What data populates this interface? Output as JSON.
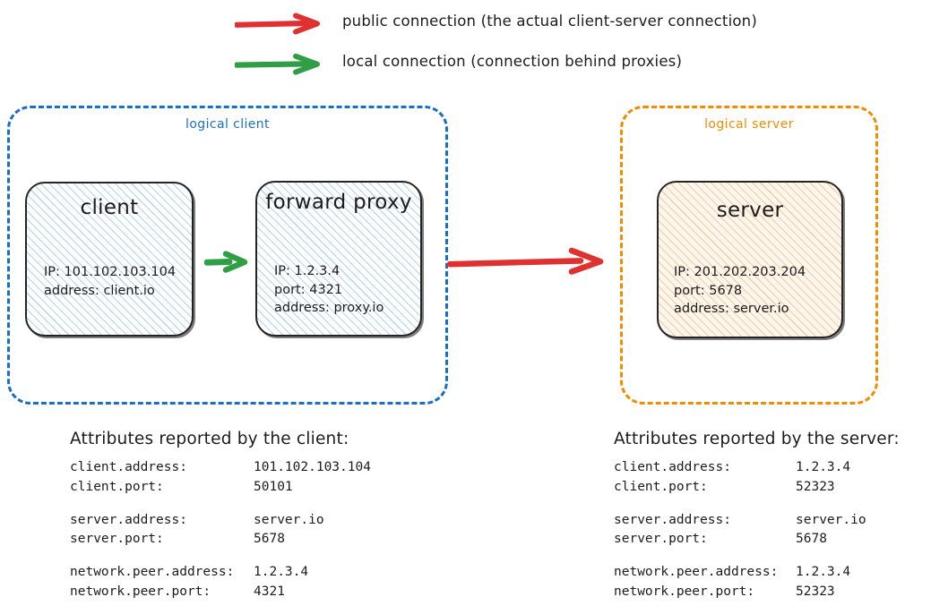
{
  "legend": {
    "items": [
      {
        "arrow_color": "#e03131",
        "icon": "right-arrow-icon",
        "label": "public connection (the actual client-server connection)"
      },
      {
        "arrow_color": "#2f9e44",
        "icon": "right-arrow-icon",
        "label": "local connection (connection behind proxies)"
      }
    ]
  },
  "groups": {
    "client": {
      "label": "logical client",
      "color": "#1a6fc4"
    },
    "server": {
      "label": "logical server",
      "color": "#f08c00"
    }
  },
  "nodes": {
    "client": {
      "title": "client",
      "props": "IP: 101.102.103.104\naddress: client.io"
    },
    "proxy": {
      "title": "forward\nproxy",
      "props": "IP: 1.2.3.4\nport: 4321\naddress: proxy.io"
    },
    "server": {
      "title": "server",
      "props": "IP: 201.202.203.204\nport: 5678\naddress: server.io"
    }
  },
  "connectors": {
    "client_to_proxy": {
      "type": "local",
      "color": "#2f9e44"
    },
    "proxy_to_server": {
      "type": "public",
      "color": "#e03131"
    }
  },
  "attributes": {
    "client_report": {
      "heading": "Attributes reported by the client:",
      "rows": [
        {
          "key": "client.address:",
          "value": "101.102.103.104"
        },
        {
          "key": "client.port:",
          "value": "50101"
        },
        {
          "key": "server.address:",
          "value": "server.io"
        },
        {
          "key": "server.port:",
          "value": "5678"
        },
        {
          "key": "network.peer.address:",
          "value": "1.2.3.4"
        },
        {
          "key": "network.peer.port:",
          "value": "4321"
        }
      ]
    },
    "server_report": {
      "heading": "Attributes reported by the server:",
      "rows": [
        {
          "key": "client.address:",
          "value": "1.2.3.4"
        },
        {
          "key": "client.port:",
          "value": "52323"
        },
        {
          "key": "server.address:",
          "value": "server.io"
        },
        {
          "key": "server.port:",
          "value": "5678"
        },
        {
          "key": "network.peer.address:",
          "value": "1.2.3.4"
        },
        {
          "key": "network.peer.port:",
          "value": "52323"
        }
      ]
    }
  }
}
